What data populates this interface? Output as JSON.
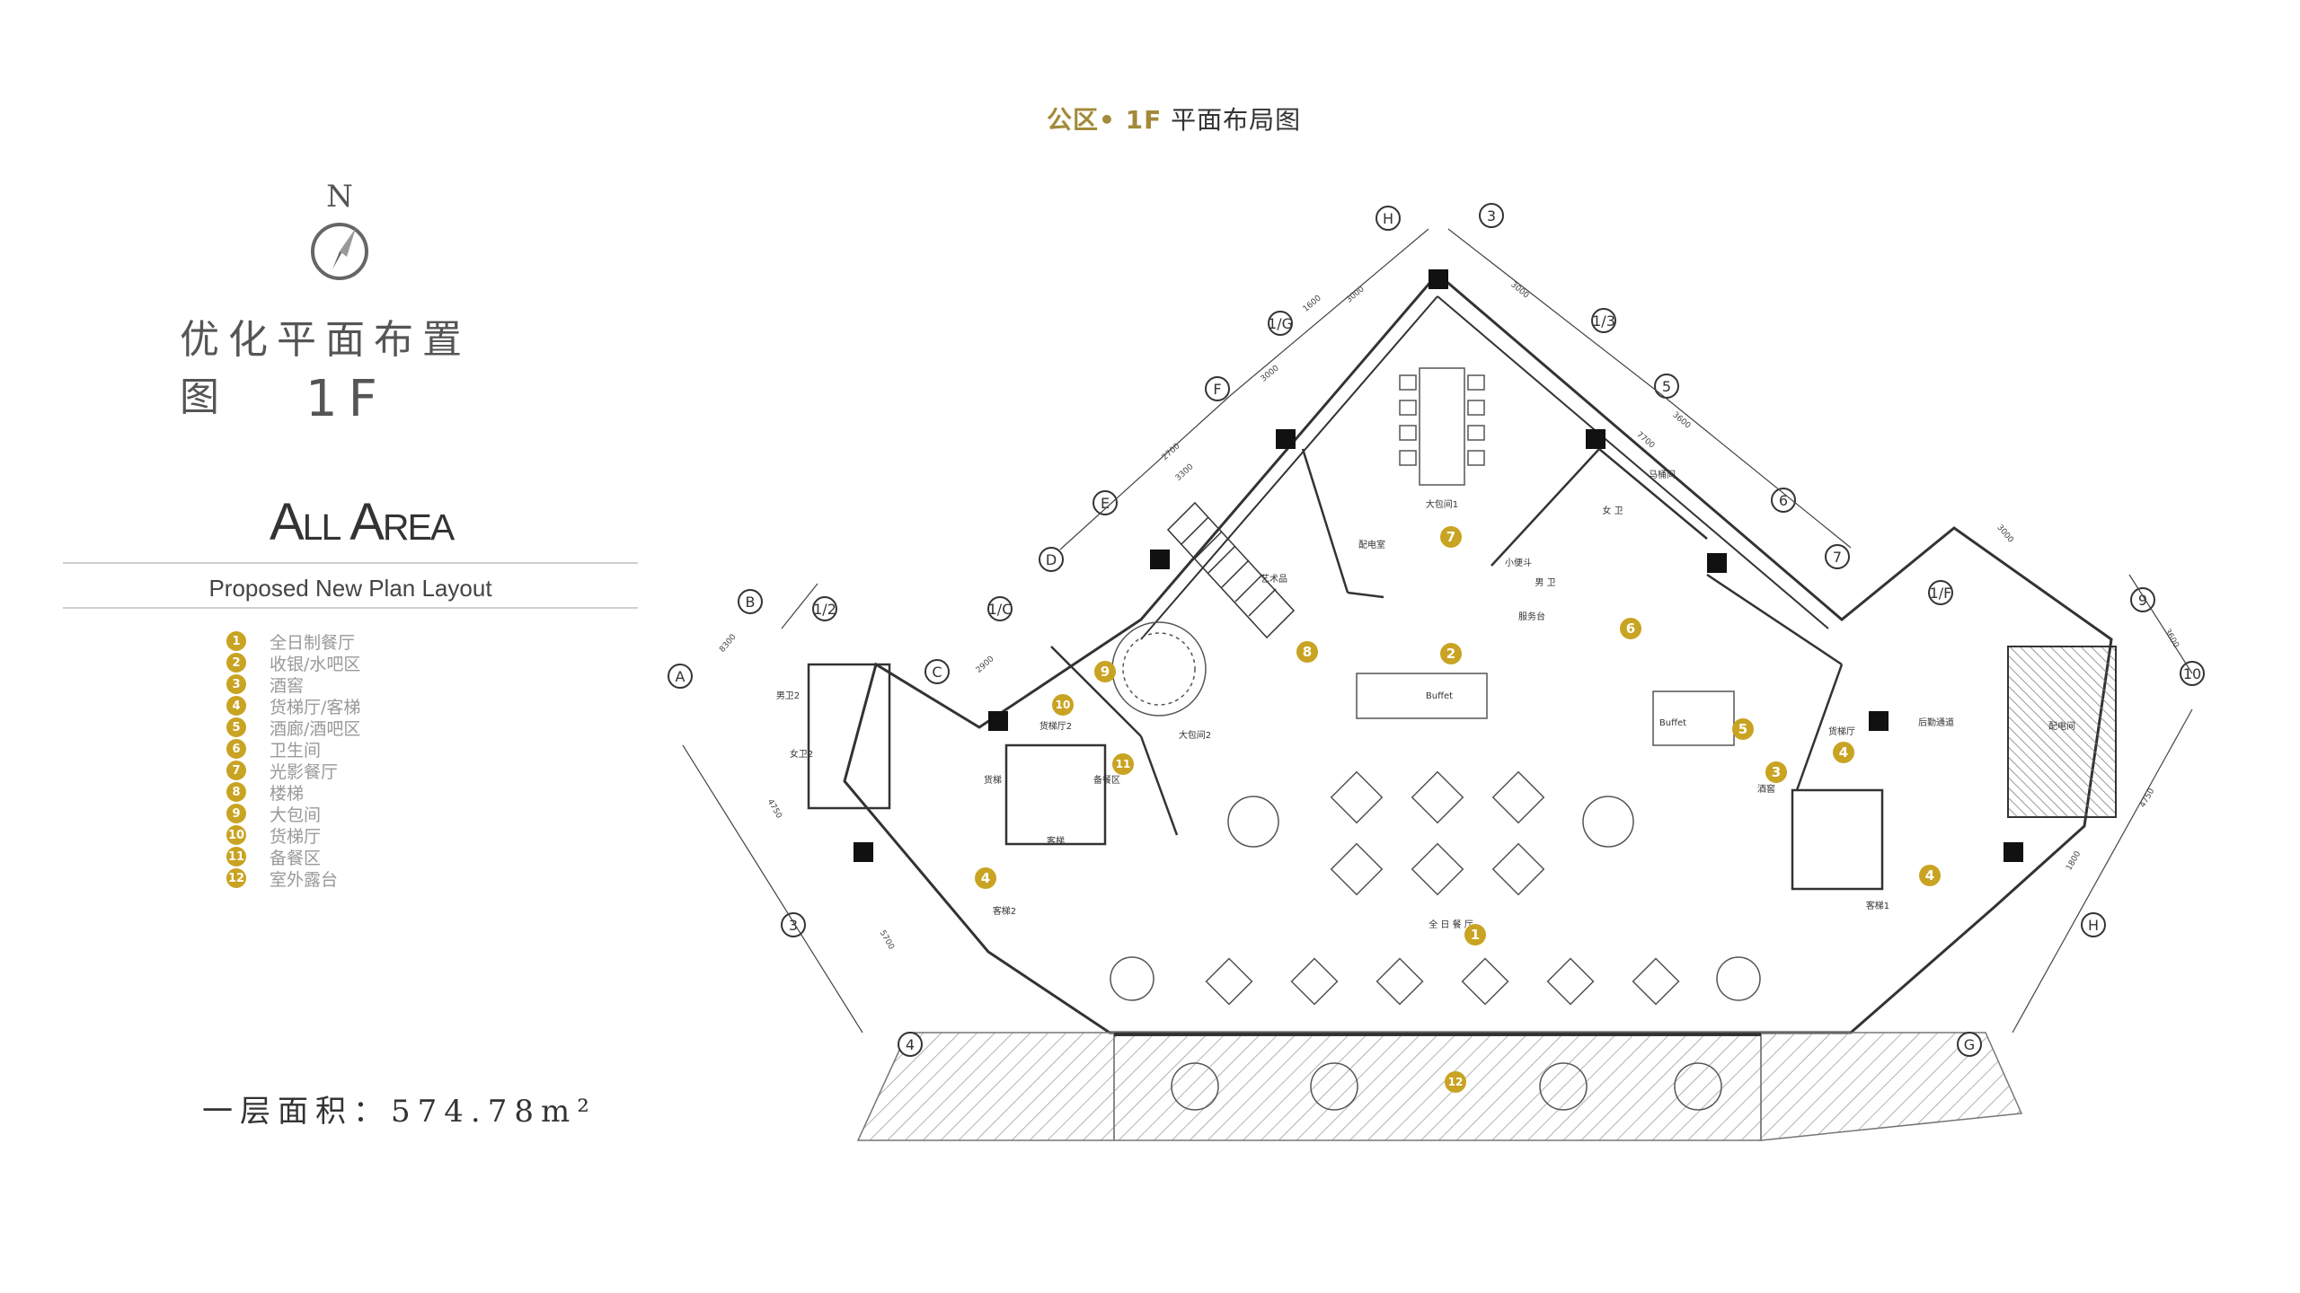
{
  "header": {
    "title_gold": "公区• 1F",
    "title_dark": " 平面布局图"
  },
  "compass": {
    "north_label": "N",
    "icon": "north-arrow-icon"
  },
  "panel": {
    "cn_title": "优化平面布置图",
    "floor": "1F",
    "area_heading": "All Area",
    "subtitle": "Proposed New Plan Layout",
    "area_note": "一层面积：574.78m²"
  },
  "legend": [
    {
      "num": "1",
      "label": "全日制餐厅"
    },
    {
      "num": "2",
      "label": "收银/水吧区"
    },
    {
      "num": "3",
      "label": "酒窖"
    },
    {
      "num": "4",
      "label": "货梯厅/客梯"
    },
    {
      "num": "5",
      "label": "酒廊/酒吧区"
    },
    {
      "num": "6",
      "label": "卫生间"
    },
    {
      "num": "7",
      "label": "光影餐厅"
    },
    {
      "num": "8",
      "label": "楼梯"
    },
    {
      "num": "9",
      "label": "大包间"
    },
    {
      "num": "10",
      "label": "货梯厅"
    },
    {
      "num": "11",
      "label": "备餐区"
    },
    {
      "num": "12",
      "label": "室外露台"
    }
  ],
  "grid_axes": [
    "H",
    "3",
    "1/G",
    "1/3",
    "F",
    "5",
    "E",
    "6",
    "D",
    "7",
    "1/C",
    "1/F",
    "C",
    "9",
    "B",
    "1/2",
    "A",
    "10",
    "3",
    "H",
    "4",
    "G"
  ],
  "room_labels": {
    "big_room_1": "大包间1",
    "big_room_2": "大包间2",
    "art": "艺术品",
    "power": "配电室",
    "small_toilet": "小便斗",
    "male_wc": "男 卫",
    "female_wc": "女 卫",
    "wc": "马桶间",
    "service": "服务台",
    "buffet": "Buffet",
    "buffet2": "Buffet",
    "cargo_hall": "货梯厅",
    "cargo_hall_2": "货梯厅2",
    "prep": "备餐区",
    "lift": "客梯",
    "cargo": "货梯",
    "lift2": "客梯2",
    "lift1": "客梯1",
    "all_day": "全 日 餐 厅",
    "wine": "酒窖",
    "corridor": "后勤通道",
    "electric": "配电间",
    "male_wc2": "男卫2",
    "female_wc2": "女卫2"
  },
  "markers": {
    "m1": "1",
    "m2": "2",
    "m3": "3",
    "m4a": "4",
    "m4b": "4",
    "m4c": "4",
    "m5": "5",
    "m6": "6",
    "m7": "7",
    "m8": "8",
    "m9": "9",
    "m10": "10",
    "m11": "11",
    "m12": "12"
  },
  "dimensions": {
    "d1": "3000",
    "d2": "3000",
    "d3": "3000",
    "d4": "2700",
    "d5": "3300",
    "d6": "2900",
    "d7": "3600",
    "d8": "8300",
    "d9": "4750",
    "d10": "5700",
    "d11": "3000",
    "d12": "4750",
    "d13": "1800",
    "d14": "3600",
    "d15": "1600",
    "d16": "7700"
  },
  "colors": {
    "accent_gold": "#c9a322",
    "title_gold": "#a38a3a",
    "line": "#333333"
  }
}
